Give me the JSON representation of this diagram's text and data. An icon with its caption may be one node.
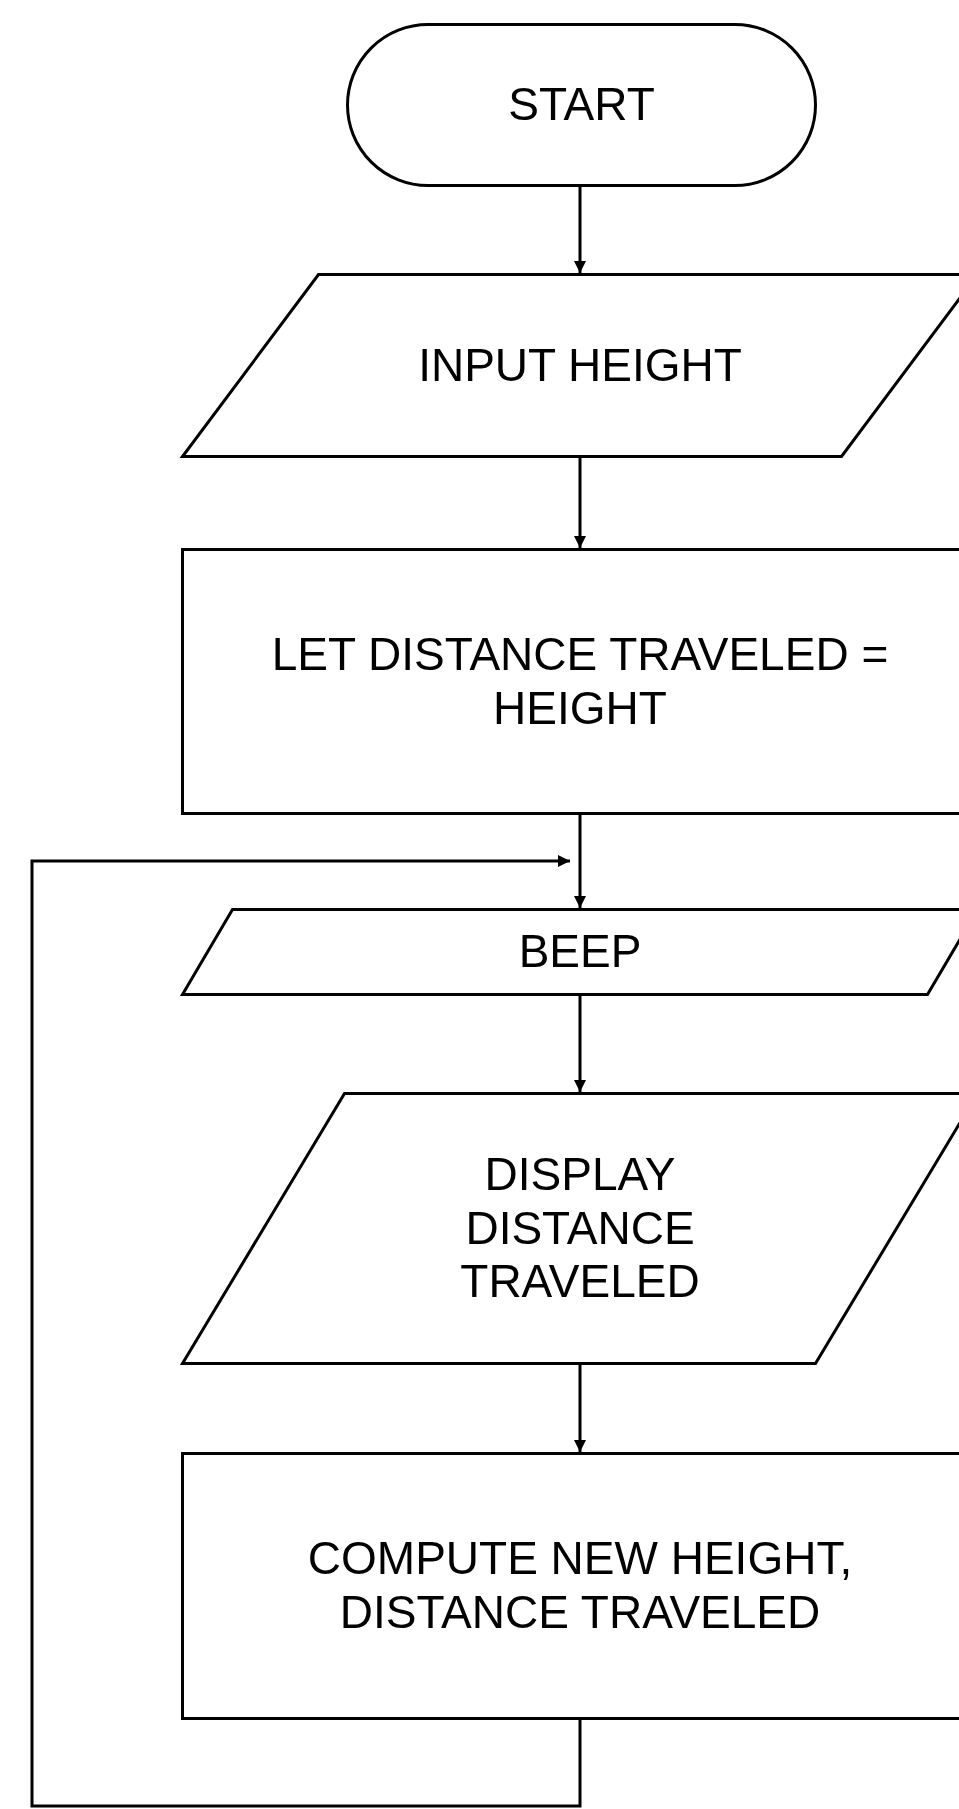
{
  "diagram": {
    "nodes": [
      {
        "text": [
          "START"
        ]
      },
      {
        "text": [
          "INPUT HEIGHT"
        ]
      },
      {
        "text": [
          "LET DISTANCE TRAVELED = HEIGHT"
        ]
      },
      {
        "text": [
          "BEEP"
        ]
      },
      {
        "text": [
          "DISPLAY DISTANCE TRAVELED"
        ]
      },
      {
        "text": [
          "COMPUTE NEW HEIGHT, DISTANCE TRAVELED"
        ]
      }
    ],
    "edges": [
      {
        "from": 0,
        "to": 1,
        "arrow": "to"
      },
      {
        "from": 1,
        "to": 2,
        "arrow": "to"
      },
      {
        "from": 2,
        "to": 3,
        "arrow": "to"
      },
      {
        "from": 3,
        "to": 4,
        "arrow": "to"
      },
      {
        "from": 4,
        "to": 5,
        "arrow": "to"
      },
      {
        "from": 5,
        "to": 3,
        "arrow": "to"
      }
    ]
  }
}
